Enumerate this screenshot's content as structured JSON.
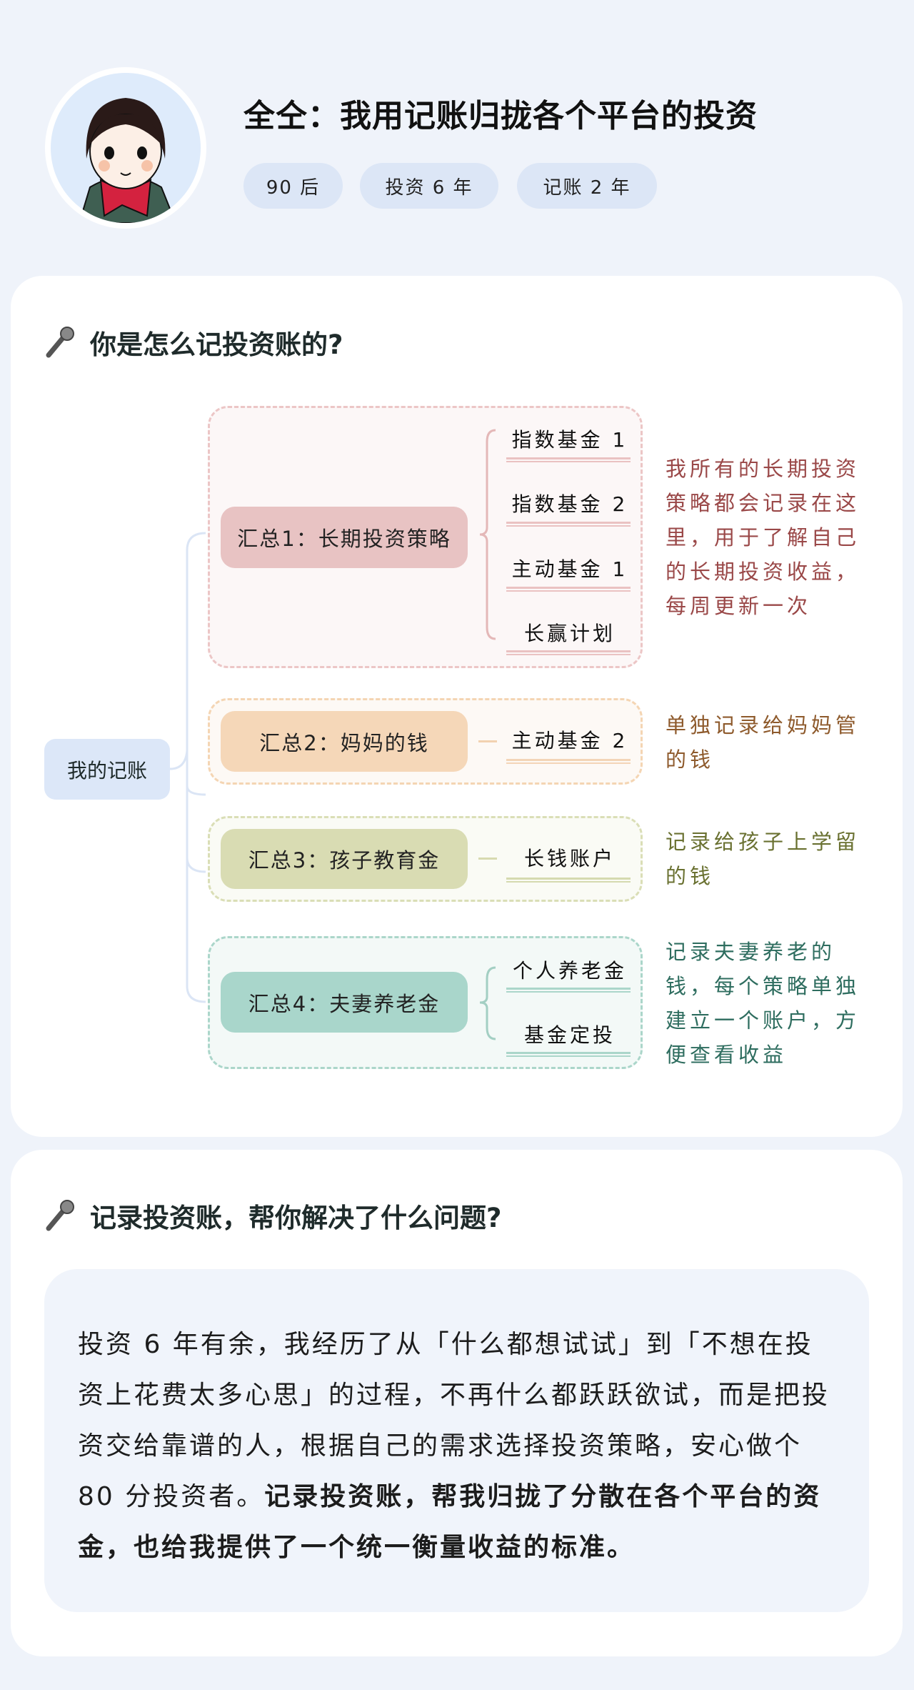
{
  "header": {
    "title": "全仝：我用记账归拢各个平台的投资",
    "tags": [
      "90 后",
      "投资 6 年",
      "记账 2 年"
    ]
  },
  "section1": {
    "heading": "你是怎么记投资账的?",
    "root": "我的记账",
    "groups": [
      {
        "label": "汇总1：长期投资策略",
        "items": [
          "指数基金 1",
          "指数基金 2",
          "主动基金 1",
          "长赢计划"
        ],
        "note": "我所有的长期投资策略都会记录在这里，用于了解自己的长期投资收益，每周更新一次",
        "color": "#9a4848",
        "fill": "#e8c3c3",
        "border": "#ecc6c6",
        "bg": "#fcf7f7"
      },
      {
        "label": "汇总2：妈妈的钱",
        "items": [
          "主动基金 2"
        ],
        "note": "单独记录给妈妈管的钱",
        "color": "#8e5a2c",
        "fill": "#f5d7b8",
        "border": "#f4d5b3",
        "bg": "#fdf9f5"
      },
      {
        "label": "汇总3：孩子教育金",
        "items": [
          "长钱账户"
        ],
        "note": "记录给孩子上学留的钱",
        "color": "#6a7131",
        "fill": "#d9dcb3",
        "border": "#dadeb6",
        "bg": "#fafbf5"
      },
      {
        "label": "汇总4：夫妻养老金",
        "items": [
          "个人养老金",
          "基金定投"
        ],
        "note": "记录夫妻养老的钱，每个策略单独建立一个账户，方便查看收益",
        "color": "#2e6d5f",
        "fill": "#a9d6cb",
        "border": "#abd6ca",
        "bg": "#f3f9f7"
      }
    ]
  },
  "section2": {
    "heading": "记录投资账，帮你解决了什么问题?",
    "paragraph_normal": "投资 6 年有余，我经历了从「什么都想试试」到「不想在投资上花费太多心思」的过程，不再什么都跃跃欲试，而是把投资交给靠谱的人，根据自己的需求选择投资策略，安心做个 80 分投资者。",
    "paragraph_bold": "记录投资账，帮我归拢了分散在各个平台的资金，也给我提供了一个统一衡量收益的标准。"
  }
}
